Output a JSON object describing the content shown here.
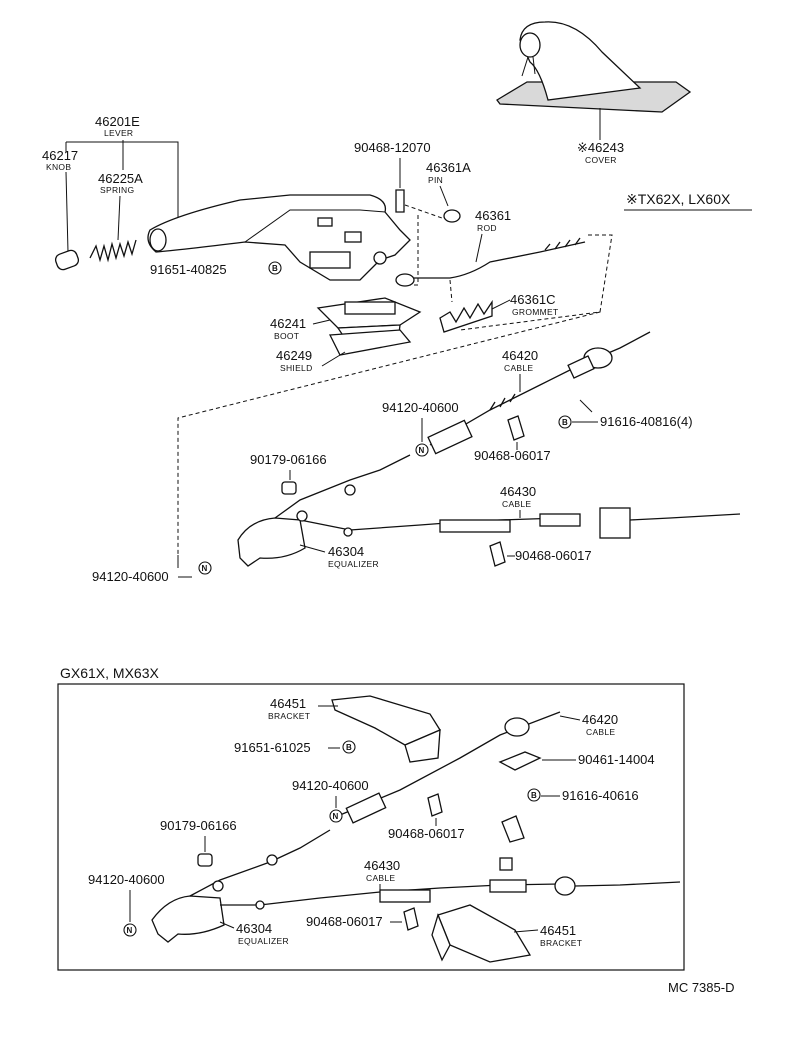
{
  "parts": {
    "p46201e": {
      "number": "46201E",
      "name": "LEVER"
    },
    "p46217": {
      "number": "46217",
      "name": "KNOB"
    },
    "p46225a": {
      "number": "46225A",
      "name": "SPRING"
    },
    "p91651_40825": {
      "number": "91651-40825"
    },
    "p90468_12070": {
      "number": "90468-12070"
    },
    "p46361a": {
      "number": "46361A",
      "name": "PIN"
    },
    "p46361": {
      "number": "46361",
      "name": "ROD"
    },
    "p46361c": {
      "number": "46361C",
      "name": "GROMMET"
    },
    "p46241": {
      "number": "46241",
      "name": "BOOT"
    },
    "p46249": {
      "number": "46249",
      "name": "SHIELD"
    },
    "p46243": {
      "number": "※46243",
      "name": "COVER"
    },
    "p46420_top": {
      "number": "46420",
      "name": "CABLE"
    },
    "p94120_top": {
      "number": "94120-40600"
    },
    "p91616_top": {
      "number": "91616-40816(4)"
    },
    "p90468_06017_a": {
      "number": "90468-06017"
    },
    "p90179_top": {
      "number": "90179-06166"
    },
    "p46430_top": {
      "number": "46430",
      "name": "CABLE"
    },
    "p90468_06017_b": {
      "number": "90468-06017"
    },
    "p46304_top": {
      "number": "46304",
      "name": "EQUALIZER"
    },
    "p94120_top2": {
      "number": "94120-40600"
    },
    "p46451_a": {
      "number": "46451",
      "name": "BRACKET"
    },
    "p91651_61025": {
      "number": "91651-61025"
    },
    "p46420_bot": {
      "number": "46420",
      "name": "CABLE"
    },
    "p90461_14004": {
      "number": "90461-14004"
    },
    "p91616_bot": {
      "number": "91616-40616"
    },
    "p94120_bot": {
      "number": "94120-40600"
    },
    "p90468_06017_c": {
      "number": "90468-06017"
    },
    "p90179_bot": {
      "number": "90179-06166"
    },
    "p94120_bot2": {
      "number": "94120-40600"
    },
    "p46430_bot": {
      "number": "46430",
      "name": "CABLE"
    },
    "p90468_06017_d": {
      "number": "90468-06017"
    },
    "p46304_bot": {
      "number": "46304",
      "name": "EQUALIZER"
    },
    "p46451_b": {
      "number": "46451",
      "name": "BRACKET"
    }
  },
  "variants": {
    "top_note": "※TX62X, LX60X",
    "bottom_group": "GX61X, MX63X"
  },
  "symbols": {
    "bolt": "B",
    "nut": "N"
  },
  "diagram_code": "MC 7385-D"
}
